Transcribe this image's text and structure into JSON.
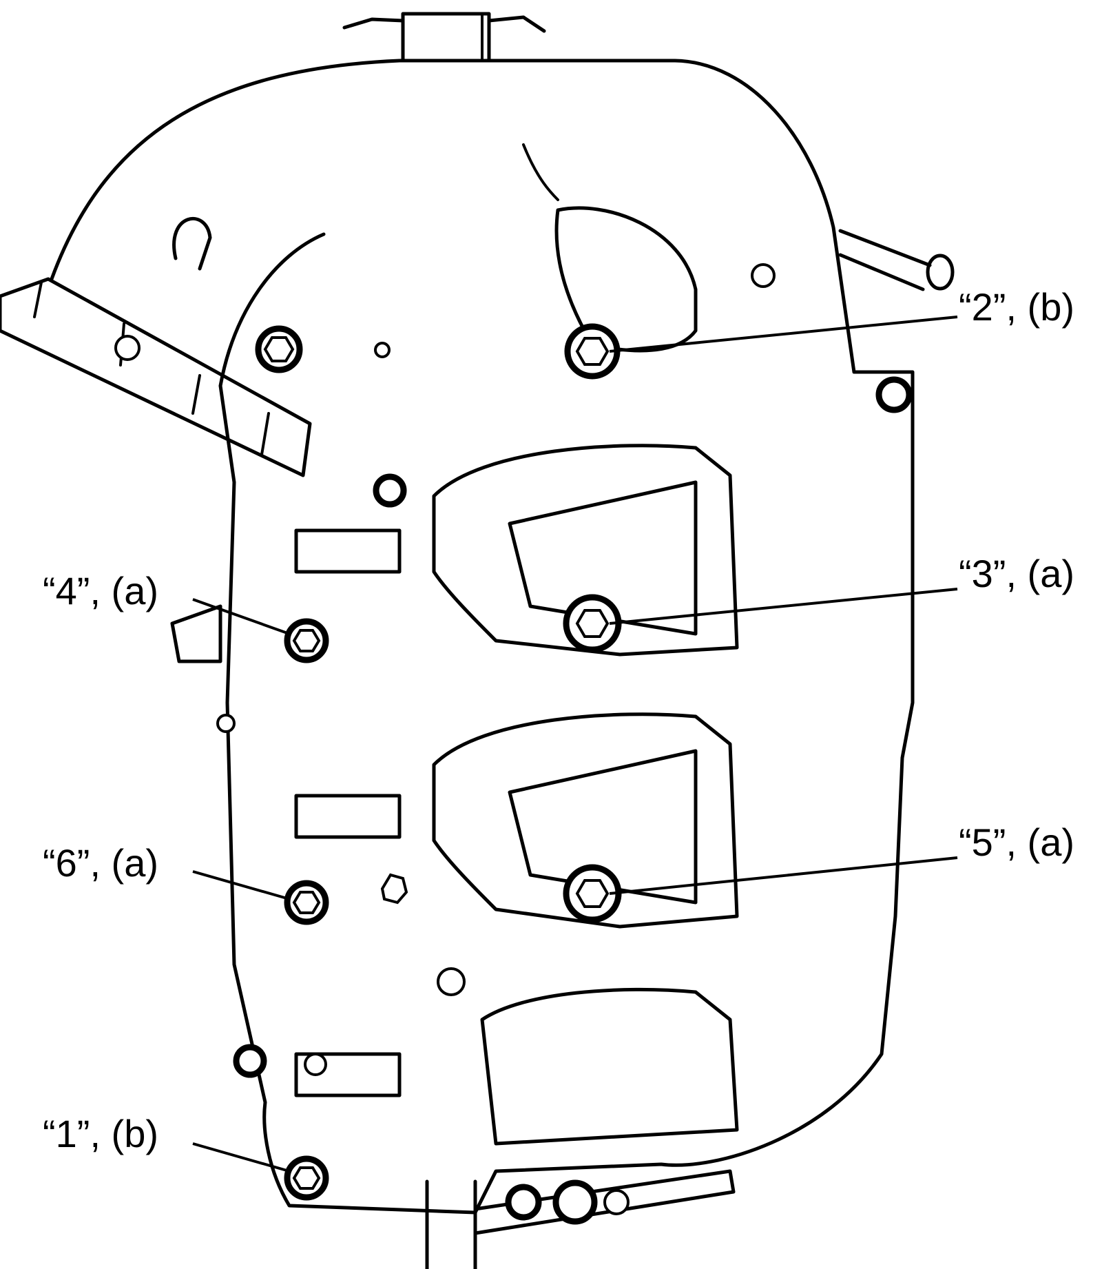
{
  "callouts": [
    {
      "id": "c2",
      "text": "“2”, (b)"
    },
    {
      "id": "c3",
      "text": "“3”, (a)"
    },
    {
      "id": "c4",
      "text": "“4”, (a)"
    },
    {
      "id": "c5",
      "text": "“5”, (a)"
    },
    {
      "id": "c6",
      "text": "“6”, (a)"
    },
    {
      "id": "c1",
      "text": "“1”, (b)"
    }
  ]
}
